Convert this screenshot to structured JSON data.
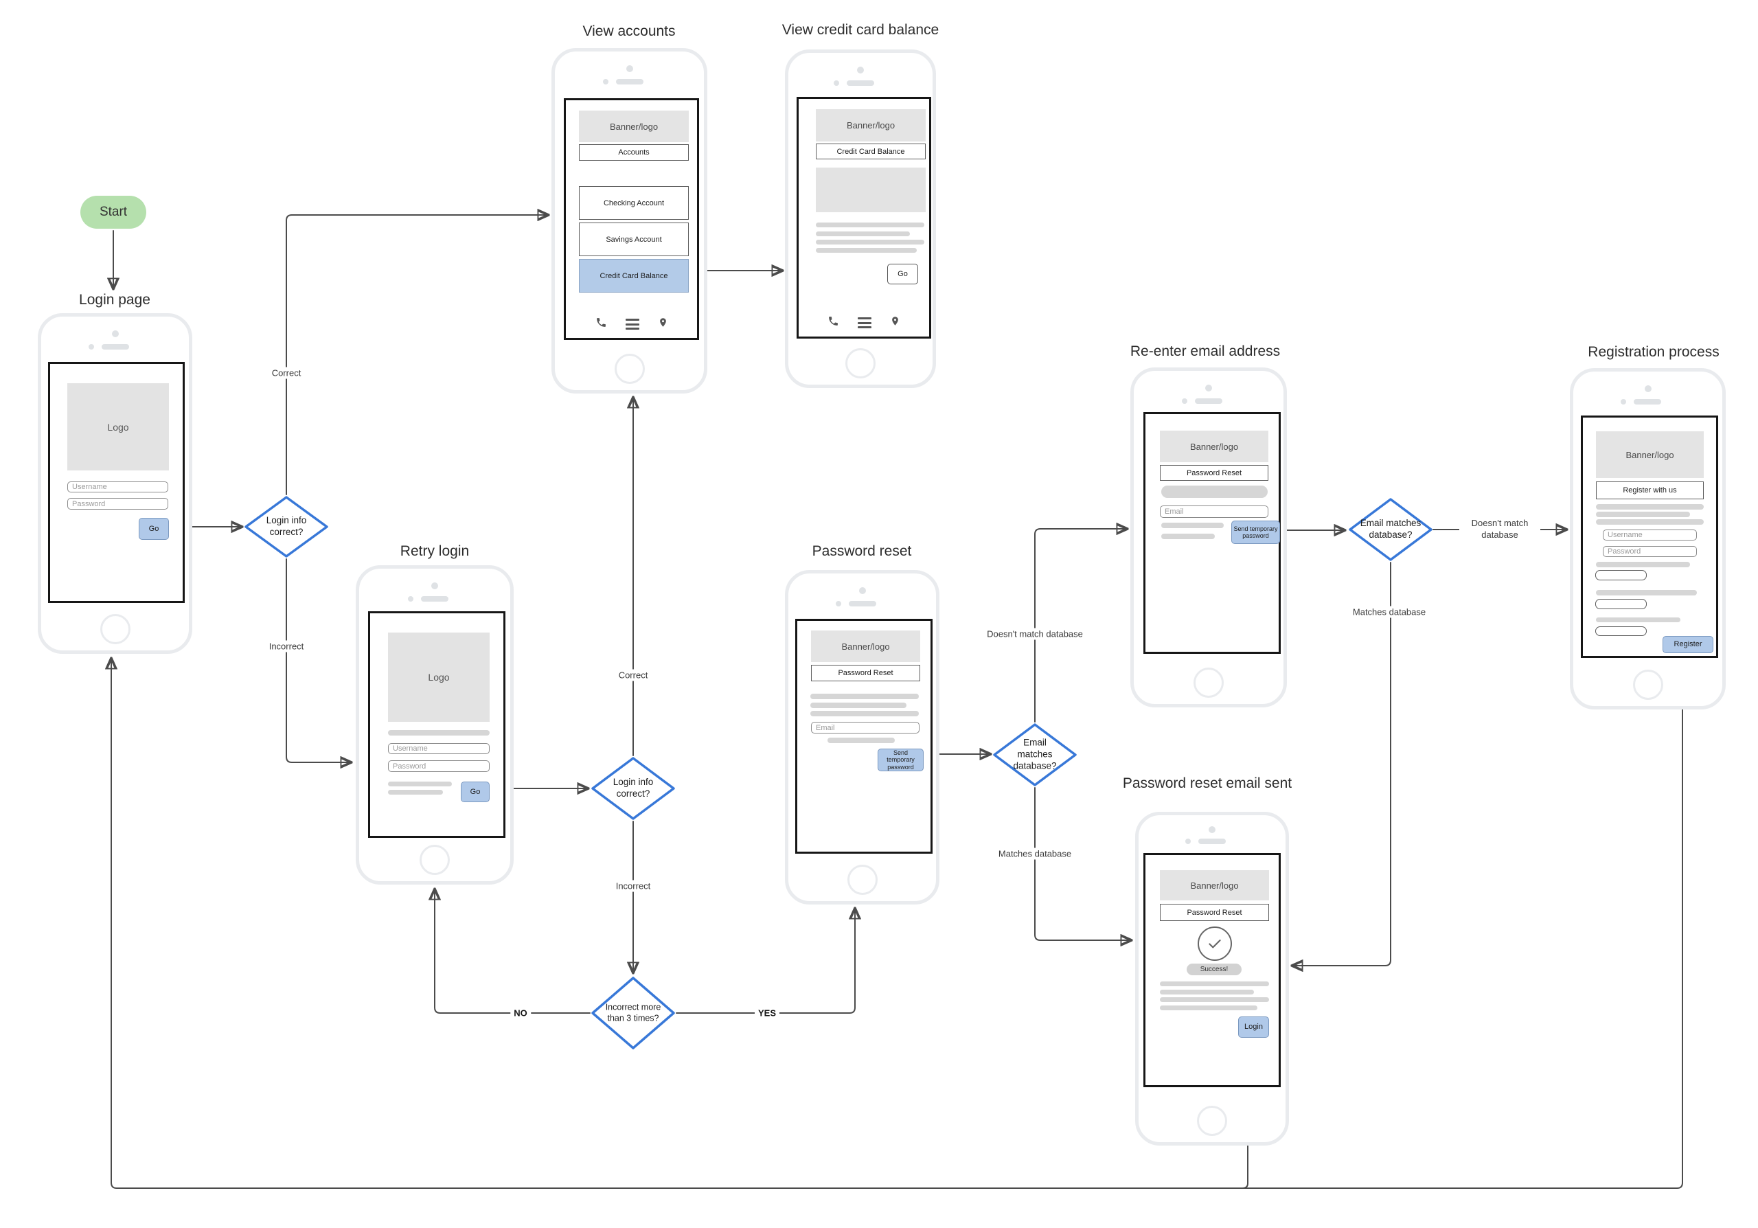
{
  "colors": {
    "decision_border_blue": "#3878d8",
    "button_blue_fill": "#b0c9e9",
    "highlight_blue_fill": "#b3cbe8",
    "start_green": "#b5e0ad",
    "placeholder_gray": "#d6d6d6"
  },
  "flow": {
    "start_label": "Start",
    "decision_login1": "Login info correct?",
    "decision_login2": "Login info correct?",
    "decision_retries": "Incorrect more than 3 times?",
    "decision_email1": "Email matches database?",
    "decision_email2": "Email matches database?",
    "label_correct1": "Correct",
    "label_incorrect1": "Incorrect",
    "label_correct2": "Correct",
    "label_incorrect2": "Incorrect",
    "label_no": "NO",
    "label_yes": "YES",
    "label_doesnt_match1": "Doesn't match database",
    "label_matches1": "Matches database",
    "label_doesnt_match2": "Doesn't match database",
    "label_matches2": "Matches database"
  },
  "phones": {
    "login": {
      "title": "Login page",
      "logo_label": "Logo",
      "username_placeholder": "Username",
      "password_placeholder": "Password",
      "go_label": "Go"
    },
    "view_accounts": {
      "title": "View accounts",
      "banner_label": "Banner/logo",
      "header_label": "Accounts",
      "item1": "Checking Account",
      "item2": "Savings Account",
      "item3": "Credit Card Balance"
    },
    "view_credit": {
      "title": "View credit card balance",
      "banner_label": "Banner/logo",
      "header_label": "Credit Card Balance",
      "go_label": "Go"
    },
    "retry": {
      "title": "Retry login",
      "logo_label": "Logo",
      "username_placeholder": "Username",
      "password_placeholder": "Password",
      "go_label": "Go"
    },
    "password_reset": {
      "title": "Password reset",
      "banner_label": "Banner/logo",
      "header_label": "Password Reset",
      "email_placeholder": "Email",
      "send_label": "Send temporary password"
    },
    "reenter_email": {
      "title": "Re-enter email address",
      "banner_label": "Banner/logo",
      "header_label": "Password Reset",
      "email_placeholder": "Email",
      "send_label": "Send temporary password"
    },
    "reset_sent": {
      "title": "Password reset email sent",
      "banner_label": "Banner/logo",
      "header_label": "Password Reset",
      "success_label": "Success!",
      "login_label": "Login"
    },
    "registration": {
      "title": "Registration process",
      "banner_label": "Banner/logo",
      "header_label": "Register with us",
      "username_placeholder": "Username",
      "password_placeholder": "Password",
      "register_label": "Register"
    }
  },
  "icons": {
    "footer": [
      "phone-icon",
      "menu-icon",
      "location-pin-icon"
    ],
    "success": "check-icon"
  }
}
